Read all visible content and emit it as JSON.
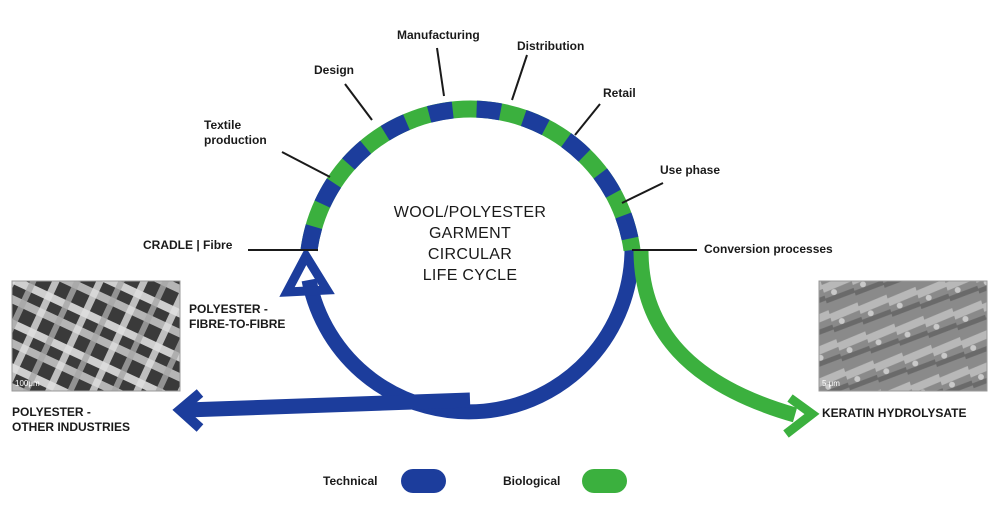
{
  "title_lines": [
    "WOOL/POLYESTER",
    "GARMENT",
    "CIRCULAR",
    "LIFE CYCLE"
  ],
  "stages": {
    "cradle": "CRADLE | Fibre",
    "textile_line1": "Textile",
    "textile_line2": "production",
    "design": "Design",
    "manufacturing": "Manufacturing",
    "distribution": "Distribution",
    "retail": "Retail",
    "use_phase": "Use phase",
    "conversion": "Conversion processes"
  },
  "outputs": {
    "fibre_to_fibre_line1": "POLYESTER -",
    "fibre_to_fibre_line2": "FIBRE-TO-FIBRE",
    "other_industries_line1": "POLYESTER -",
    "other_industries_line2": "OTHER INDUSTRIES",
    "keratin": "KERATIN HYDROLYSATE"
  },
  "micrographs": {
    "polyester_scale": "100μm",
    "keratin_scale": "5 μm"
  },
  "legend": {
    "technical": "Technical",
    "biological": "Biological"
  },
  "colors": {
    "technical": "#1c3d9c",
    "biological": "#3bb03e",
    "line": "#1a1a1a"
  }
}
